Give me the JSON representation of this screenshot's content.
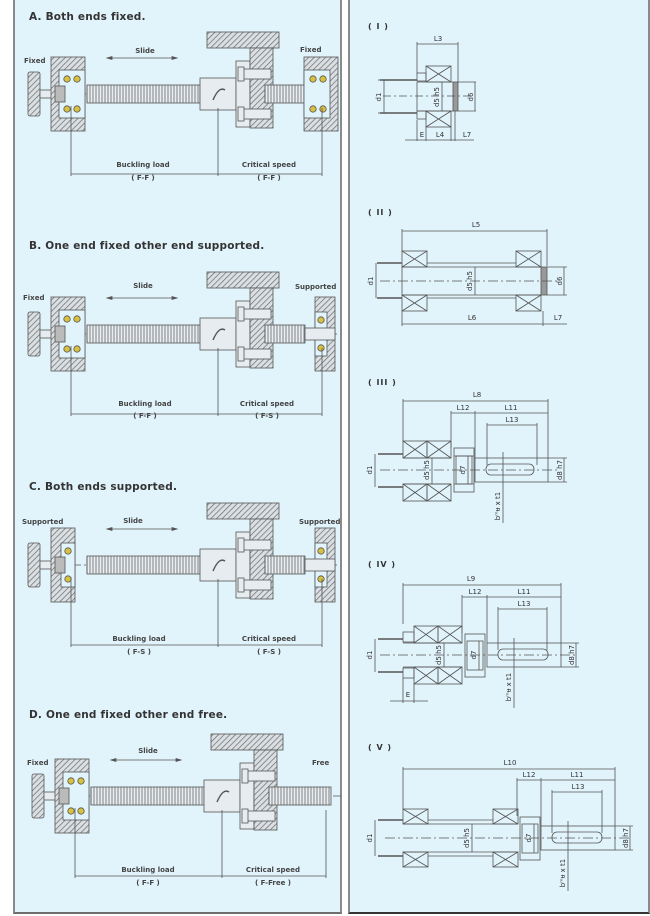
{
  "left_panel": {
    "sections": [
      {
        "title": "A. Both ends fixed.",
        "left_end": "Fixed",
        "right_end": "Fixed",
        "slide_label": "Slide",
        "buckling_label": "Buckling load",
        "buckling_code": "( F-F )",
        "critical_label": "Critical speed",
        "critical_code": "( F-F )"
      },
      {
        "title": "B. One end fixed other end supported.",
        "left_end": "Fixed",
        "right_end": "Supported",
        "slide_label": "Slide",
        "buckling_label": "Buckling load",
        "buckling_code": "( F-F )",
        "critical_label": "Critical speed",
        "critical_code": "( F-S )"
      },
      {
        "title": "C. Both ends supported.",
        "left_end": "Supported",
        "right_end": "Supported",
        "slide_label": "Slide",
        "buckling_label": "Buckling load",
        "buckling_code": "( F-S )",
        "critical_label": "Critical speed",
        "critical_code": "( F-S )"
      },
      {
        "title": "D. One end fixed other end free.",
        "left_end": "Fixed",
        "right_end": "Free",
        "slide_label": "Slide",
        "buckling_label": "Buckling load",
        "buckling_code": "( F-F )",
        "critical_label": "Critical speed",
        "critical_code": "( F-Free )"
      }
    ]
  },
  "right_panel": {
    "types": [
      {
        "label": "( I )",
        "dims": {
          "L3": "L3",
          "E": "E",
          "L4": "L4",
          "L7": "L7",
          "d1": "d1",
          "d5": "d5 h5",
          "d6": "d6"
        }
      },
      {
        "label": "( II )",
        "dims": {
          "L5": "L5",
          "L6": "L6",
          "L7": "L7",
          "d1": "d1",
          "d5": "d5 h5",
          "d6": "d6"
        }
      },
      {
        "label": "( III )",
        "dims": {
          "L8": "L8",
          "L12": "L12",
          "L11": "L11",
          "L13": "L13",
          "d1": "d1",
          "d5": "d5 h5",
          "d7": "d7",
          "d8": "d8 h7",
          "key": "bᵐᵾ x t1"
        }
      },
      {
        "label": "( IV )",
        "dims": {
          "L9": "L9",
          "L12": "L12",
          "L11": "L11",
          "L13": "L13",
          "E": "E",
          "d1": "d1",
          "d5": "d5 h5",
          "d7": "d7",
          "d8": "d8 h7",
          "key": "bᵐᵾ x t1"
        }
      },
      {
        "label": "( V )",
        "dims": {
          "L10": "L10",
          "L12": "L12",
          "L11": "L11",
          "L13": "L13",
          "d1": "d1",
          "d5": "d5 h5",
          "d7": "d7",
          "d8": "d8 h7",
          "key": "bᵐᵾ x t1"
        }
      }
    ]
  },
  "colors": {
    "panel_bg": "#e1f3fb",
    "line": "#555555",
    "hatch": "#6a6a6a",
    "bearing_ball": "#d8c040"
  }
}
